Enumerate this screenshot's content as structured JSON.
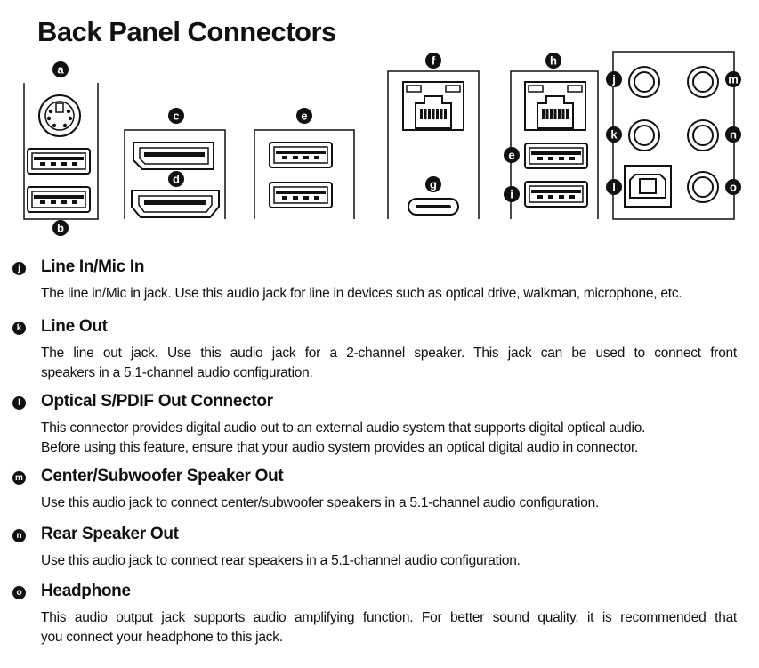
{
  "page": {
    "title": "Back Panel Connectors"
  },
  "diagram": {
    "labels": [
      "a",
      "b",
      "c",
      "d",
      "e",
      "f",
      "g",
      "h",
      "e",
      "i",
      "j",
      "k",
      "l",
      "m",
      "n",
      "o"
    ]
  },
  "entries": [
    {
      "marker": "j",
      "heading": "Line In/Mic In",
      "lines": [
        "The line in/Mic in jack. Use this audio jack for line in devices such as optical drive, walkman, microphone, etc."
      ]
    },
    {
      "marker": "k",
      "heading": "Line Out",
      "lines": [
        "The line out jack. Use this audio jack for a 2-channel speaker. This jack can be used to connect front",
        "speakers in a 5.1-channel audio configuration."
      ]
    },
    {
      "marker": "l",
      "heading": "Optical S/PDIF Out Connector",
      "lines": [
        "This connector provides digital audio out to an external audio system that supports digital optical audio.",
        "Before using this feature, ensure that your audio system provides an optical digital audio in connector."
      ]
    },
    {
      "marker": "m",
      "heading": "Center/Subwoofer Speaker Out",
      "lines": [
        "Use this audio jack to connect center/subwoofer speakers in a 5.1-channel audio configuration."
      ]
    },
    {
      "marker": "n",
      "heading": "Rear Speaker Out",
      "lines": [
        "Use this audio jack to connect rear speakers in a 5.1-channel audio configuration."
      ]
    },
    {
      "marker": "o",
      "heading": "Headphone",
      "lines": [
        "This audio output jack supports audio amplifying function. For better sound quality, it is recommended that",
        "you connect your headphone to this jack."
      ]
    }
  ]
}
